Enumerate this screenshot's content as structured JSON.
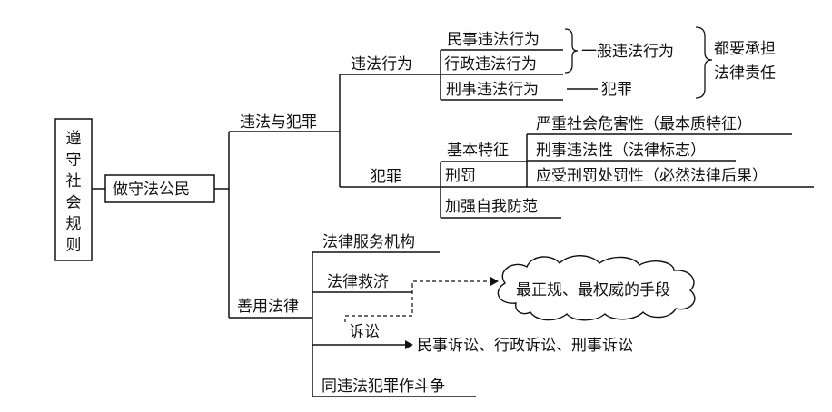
{
  "root": {
    "label": "遵守社会规则"
  },
  "level1": {
    "label": "做守法公民"
  },
  "branch_violation": {
    "label": "违法与犯罪",
    "illegal_acts": {
      "label": "违法行为",
      "civil": "民事违法行为",
      "administrative": "行政违法行为",
      "criminal": "刑事违法行为",
      "general": "一般违法行为",
      "crime": "犯罪",
      "responsibility": "都要承担法律责任"
    },
    "crime_node": {
      "label": "犯罪",
      "features": "基本特征",
      "feature_1": "严重社会危害性（最本质特征）",
      "feature_2": "刑事违法性（法律标志）",
      "feature_3": "应受刑罚处罚性（必然法律后果）",
      "penalty": "刑罚",
      "prevention": "加强自我防范"
    }
  },
  "branch_law": {
    "label": "善用法律",
    "services": "法律服务机构",
    "remedy": "法律救济",
    "cloud": "最正规、最权威的手段",
    "litigation": "诉讼",
    "litigation_types": "民事诉讼、行政诉讼、刑事诉讼",
    "fight": "同违法犯罪作斗争"
  }
}
